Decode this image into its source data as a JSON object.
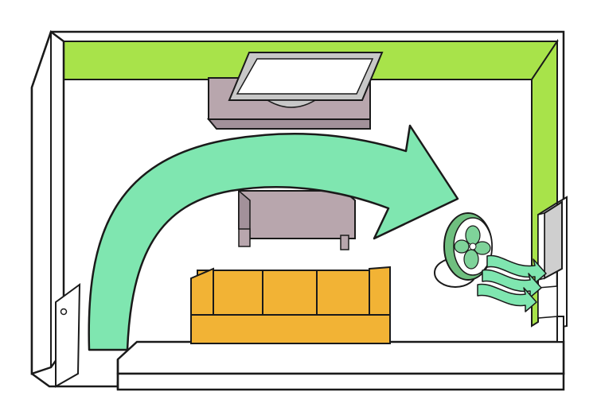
{
  "colors": {
    "wall_outline": "#1a1a1a",
    "wall_fill": "#ffffff",
    "wall_green": "#a8e34a",
    "airflow_arrow": "#7fe6b0",
    "fan_blades": "#7fd39a",
    "fan_rim": "#6fbf7f",
    "tv_stand": "#b8a6ad",
    "tv_screen": "#ffffff",
    "tv_frame": "#c8c8c8",
    "table": "#b8a6ad",
    "sofa": "#f2b335",
    "window": "#cfcfcf",
    "breeze": "#7fe6b0"
  },
  "elements": {
    "room": "room-floorplan",
    "tv": "tv-on-stand",
    "table": "coffee-table",
    "sofa": "sofa",
    "fan": "circulator-fan",
    "airflow": "airflow-arrow",
    "window": "window",
    "door": "door"
  }
}
